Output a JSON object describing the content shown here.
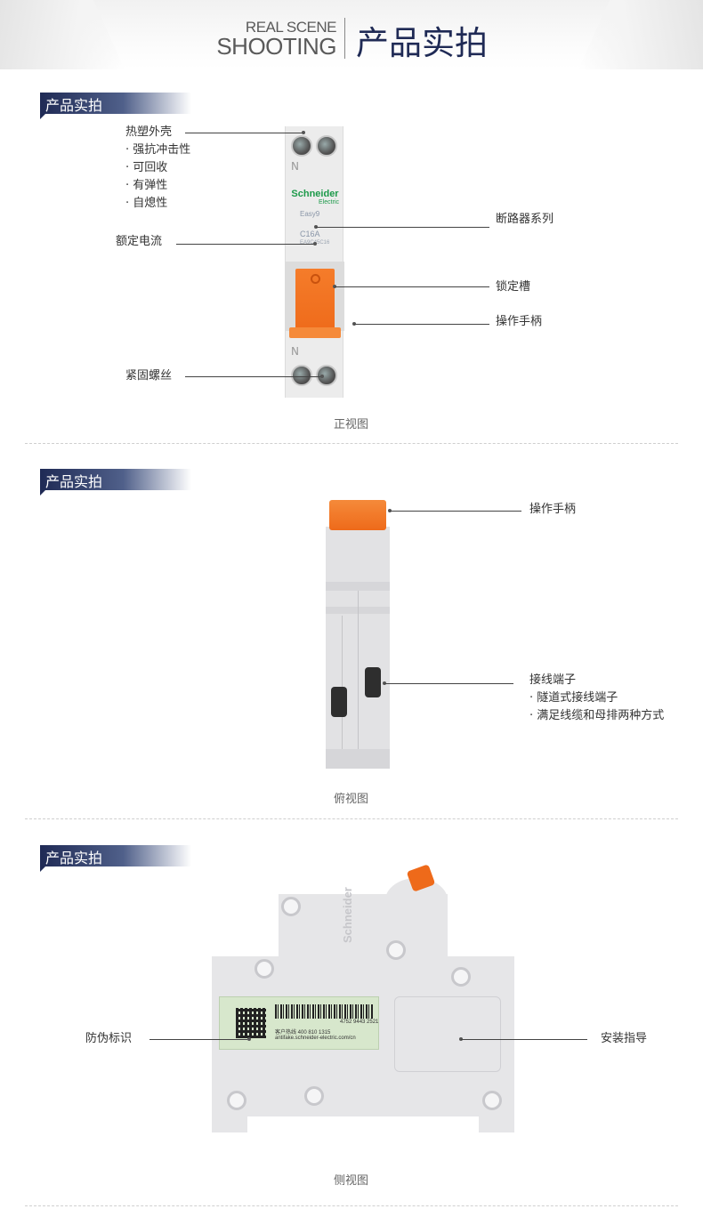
{
  "banner": {
    "en_line1": "REAL SCENE",
    "en_line2": "SHOOTING",
    "zh_title": "产品实拍"
  },
  "sections": [
    {
      "tag": "产品实拍",
      "caption": "正视图",
      "callouts": {
        "shell": "热塑外壳",
        "shell_features": [
          "· 强抗冲击性",
          "· 可回收",
          "· 有弹性",
          "· 自熄性"
        ],
        "series": "断路器系列",
        "rated_current": "额定电流",
        "lock_slot": "锁定槽",
        "handle": "操作手柄",
        "screw": "紧固螺丝"
      },
      "product": {
        "brand": "Schneider",
        "brand_sub": "Electric",
        "series": "Easy9",
        "rating": "C16A",
        "model": "EA9C45C16",
        "terminal_letter": "N"
      }
    },
    {
      "tag": "产品实拍",
      "caption": "俯视图",
      "callouts": {
        "handle": "操作手柄",
        "terminal": "接线端子",
        "terminal_features": [
          "· 隧道式接线端子",
          "· 满足线缆和母排两种方式"
        ]
      }
    },
    {
      "tag": "产品实拍",
      "caption": "侧视图",
      "callouts": {
        "anti_fake": "防伪标识",
        "install_guide": "安装指导"
      },
      "product": {
        "brand_vertical": "Schneider",
        "barcode_number": "4752 9443 2521",
        "hotline": "客户热线 400 810 1315",
        "antifake_url": "antifake.schneider-electric.com/cn"
      }
    }
  ],
  "colors": {
    "navy": "#1f2a55",
    "handle_orange": "#ee6a1a",
    "brand_green": "#1d9a4a"
  }
}
